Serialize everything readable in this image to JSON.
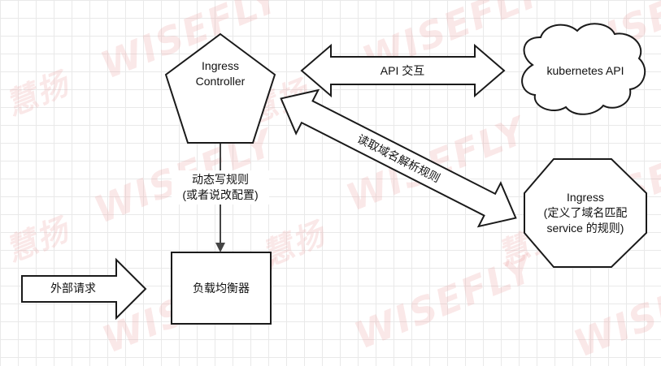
{
  "nodes": {
    "ingress_controller": {
      "line1": "Ingress",
      "line2": "Controller"
    },
    "kubernetes_api": {
      "label": "kubernetes API"
    },
    "ingress": {
      "line1": "Ingress",
      "line2": "(定义了域名匹配",
      "line3": "service 的规则)"
    },
    "load_balancer": {
      "label": "负载均衡器"
    }
  },
  "edges": {
    "api_interaction": {
      "label": "API 交互"
    },
    "read_domain_rules": {
      "label": "读取域名解析规则"
    },
    "dynamic_write": {
      "line1": "动态写规则",
      "line2": "(或者说改配置)"
    },
    "external_request": {
      "label": "外部请求"
    }
  },
  "watermark": {
    "brand": "WISEFLY",
    "chinese": "慧扬"
  },
  "colors": {
    "stroke": "#1a1a1a",
    "fill": "#ffffff",
    "watermark": "#e69696",
    "grid": "#e9e9e9"
  }
}
